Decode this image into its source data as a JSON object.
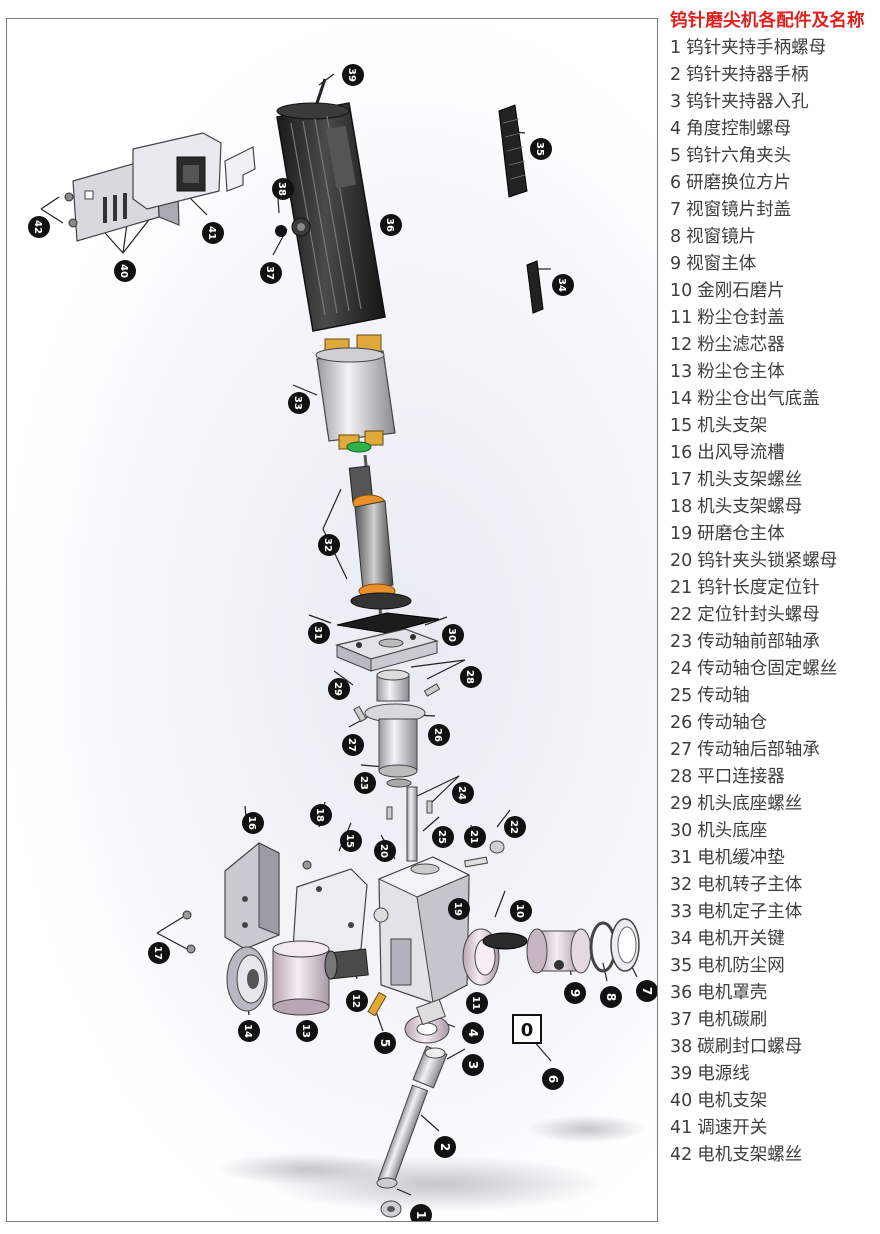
{
  "title": "钨针磨尖机各配件及名称",
  "parts": [
    {
      "num": "1",
      "name": "钨针夹持手柄螺母"
    },
    {
      "num": "2",
      "name": "钨针夹持器手柄"
    },
    {
      "num": "3",
      "name": "钨针夹持器入孔"
    },
    {
      "num": "4",
      "name": "角度控制螺母"
    },
    {
      "num": "5",
      "name": "钨针六角夹头"
    },
    {
      "num": "6",
      "name": "研磨换位方片"
    },
    {
      "num": "7",
      "name": "视窗镜片封盖"
    },
    {
      "num": "8",
      "name": "视窗镜片"
    },
    {
      "num": "9",
      "name": "视窗主体"
    },
    {
      "num": "10",
      "name": "金刚石磨片"
    },
    {
      "num": "11",
      "name": "粉尘仓封盖"
    },
    {
      "num": "12",
      "name": "粉尘滤芯器"
    },
    {
      "num": "13",
      "name": "粉尘仓主体"
    },
    {
      "num": "14",
      "name": "粉尘仓出气底盖"
    },
    {
      "num": "15",
      "name": "机头支架"
    },
    {
      "num": "16",
      "name": "出风导流槽"
    },
    {
      "num": "17",
      "name": "机头支架螺丝"
    },
    {
      "num": "18",
      "name": "机头支架螺母"
    },
    {
      "num": "19",
      "name": "研磨仓主体"
    },
    {
      "num": "20",
      "name": "钨针夹头锁紧螺母"
    },
    {
      "num": "21",
      "name": "钨针长度定位针"
    },
    {
      "num": "22",
      "name": "定位针封头螺母"
    },
    {
      "num": "23",
      "name": "传动轴前部轴承"
    },
    {
      "num": "24",
      "name": "传动轴仓固定螺丝"
    },
    {
      "num": "25",
      "name": "传动轴"
    },
    {
      "num": "26",
      "name": "传动轴仓"
    },
    {
      "num": "27",
      "name": "传动轴后部轴承"
    },
    {
      "num": "28",
      "name": "平口连接器"
    },
    {
      "num": "29",
      "name": "机头底座螺丝"
    },
    {
      "num": "30",
      "name": "机头底座"
    },
    {
      "num": "31",
      "name": "电机缓冲垫"
    },
    {
      "num": "32",
      "name": "电机转子主体"
    },
    {
      "num": "33",
      "name": "电机定子主体"
    },
    {
      "num": "34",
      "name": "电机开关键"
    },
    {
      "num": "35",
      "name": "电机防尘网"
    },
    {
      "num": "36",
      "name": "电机罩壳"
    },
    {
      "num": "37",
      "name": "电机碳刷"
    },
    {
      "num": "38",
      "name": "碳刷封口螺母"
    },
    {
      "num": "39",
      "name": "电源线"
    },
    {
      "num": "40",
      "name": "电机支架"
    },
    {
      "num": "41",
      "name": "调速开关"
    },
    {
      "num": "42",
      "name": "电机支架螺丝"
    }
  ],
  "part6_symbol": "0",
  "colors": {
    "title": "#e0201e",
    "legend_text": "#3e3e3e",
    "callout_fill": "#111111",
    "motor_housing": "#2a2a2a",
    "brass": "#e0a93a",
    "green_ring": "#2fb34a",
    "rotor_orange": "#e8902a"
  }
}
